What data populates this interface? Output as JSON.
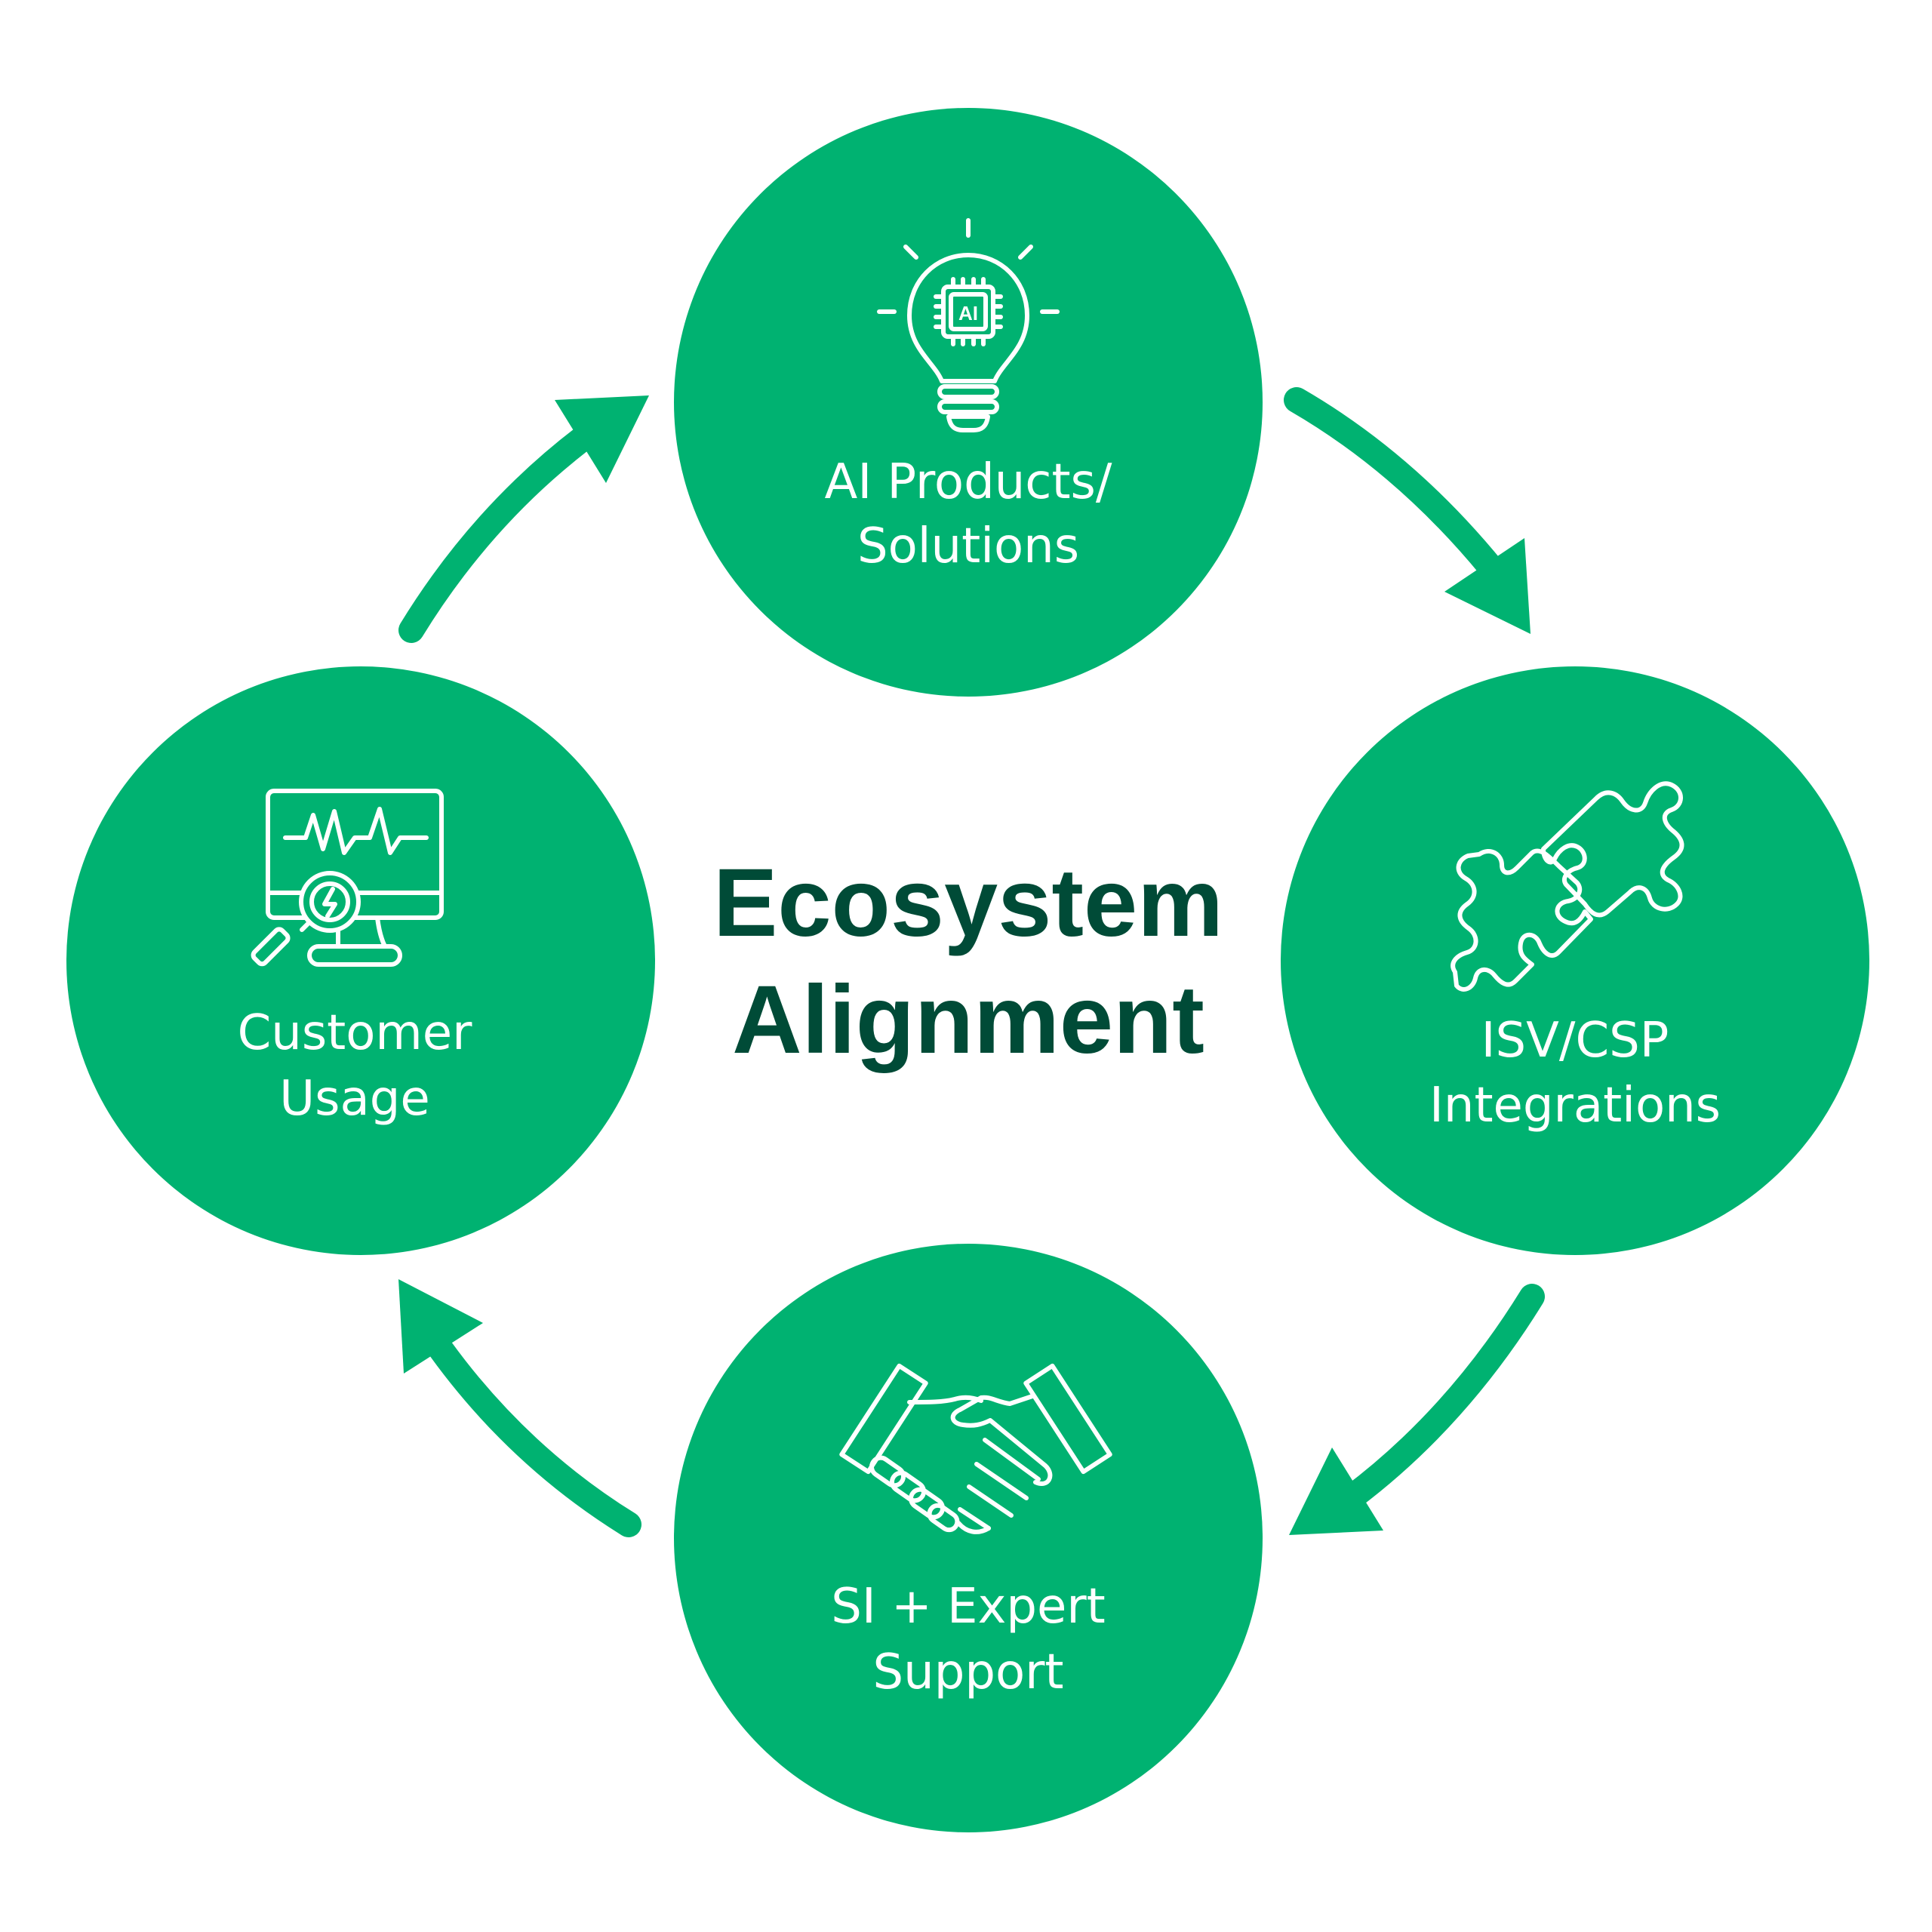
{
  "diagram": {
    "title_line1": "Ecosystem",
    "title_line2": "Alignment",
    "colors": {
      "node_fill": "#00B271",
      "arrow": "#00B271",
      "title": "#004B37",
      "icon_stroke": "#ffffff",
      "label": "#ffffff"
    },
    "nodes": [
      {
        "icon": "ai-lightbulb-icon",
        "line1": "AI Products/",
        "line2": "Solutions"
      },
      {
        "icon": "puzzle-icon",
        "line1": "ISV/CSP",
        "line2": "Integrations"
      },
      {
        "icon": "handshake-icon",
        "line1": "SI + Expert",
        "line2": "Support"
      },
      {
        "icon": "monitor-analytics-icon",
        "line1": "Customer",
        "line2": "Usage"
      }
    ],
    "ai_chip_text": "AI",
    "flow": "clockwise"
  }
}
